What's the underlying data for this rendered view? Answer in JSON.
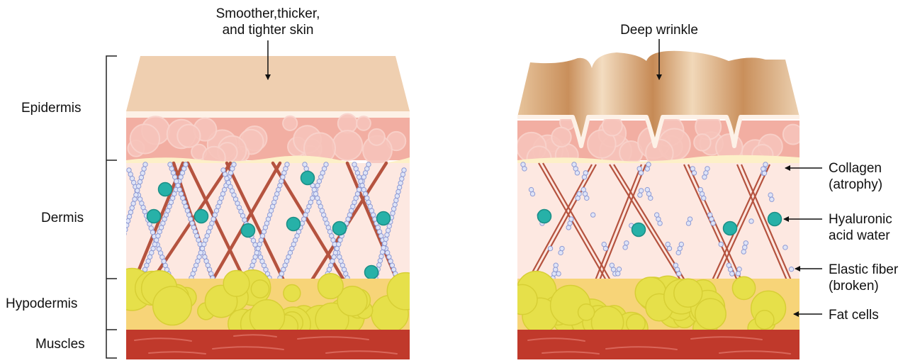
{
  "healthy_skin": {
    "caption_line1": "Smoother,thicker,",
    "caption_line2": "and tighter skin"
  },
  "aged_skin": {
    "caption": "Deep wrinkle"
  },
  "layers": {
    "epidermis": "Epidermis",
    "dermis": "Dermis",
    "hypodermis": "Hypodermis",
    "muscles": "Muscles"
  },
  "callouts": {
    "collagen_line1": "Collagen",
    "collagen_line2": "(atrophy)",
    "hyaluronic_line1": "Hyaluronic",
    "hyaluronic_line2": "acid water",
    "elastic_line1": "Elastic fiber",
    "elastic_line2": "(broken)",
    "fat": "Fat cells"
  },
  "colors": {
    "epidermis_top": "#eecfb0",
    "epidermis_cells": "#f2aea2",
    "dermis": "#fde8e1",
    "collagen": "#b5533f",
    "elastic": "#aab4e2",
    "hyaluronic": "#27b1a8",
    "fat": "#e6e04a",
    "fat_bg": "#f7d478",
    "muscle": "#c0392b"
  }
}
